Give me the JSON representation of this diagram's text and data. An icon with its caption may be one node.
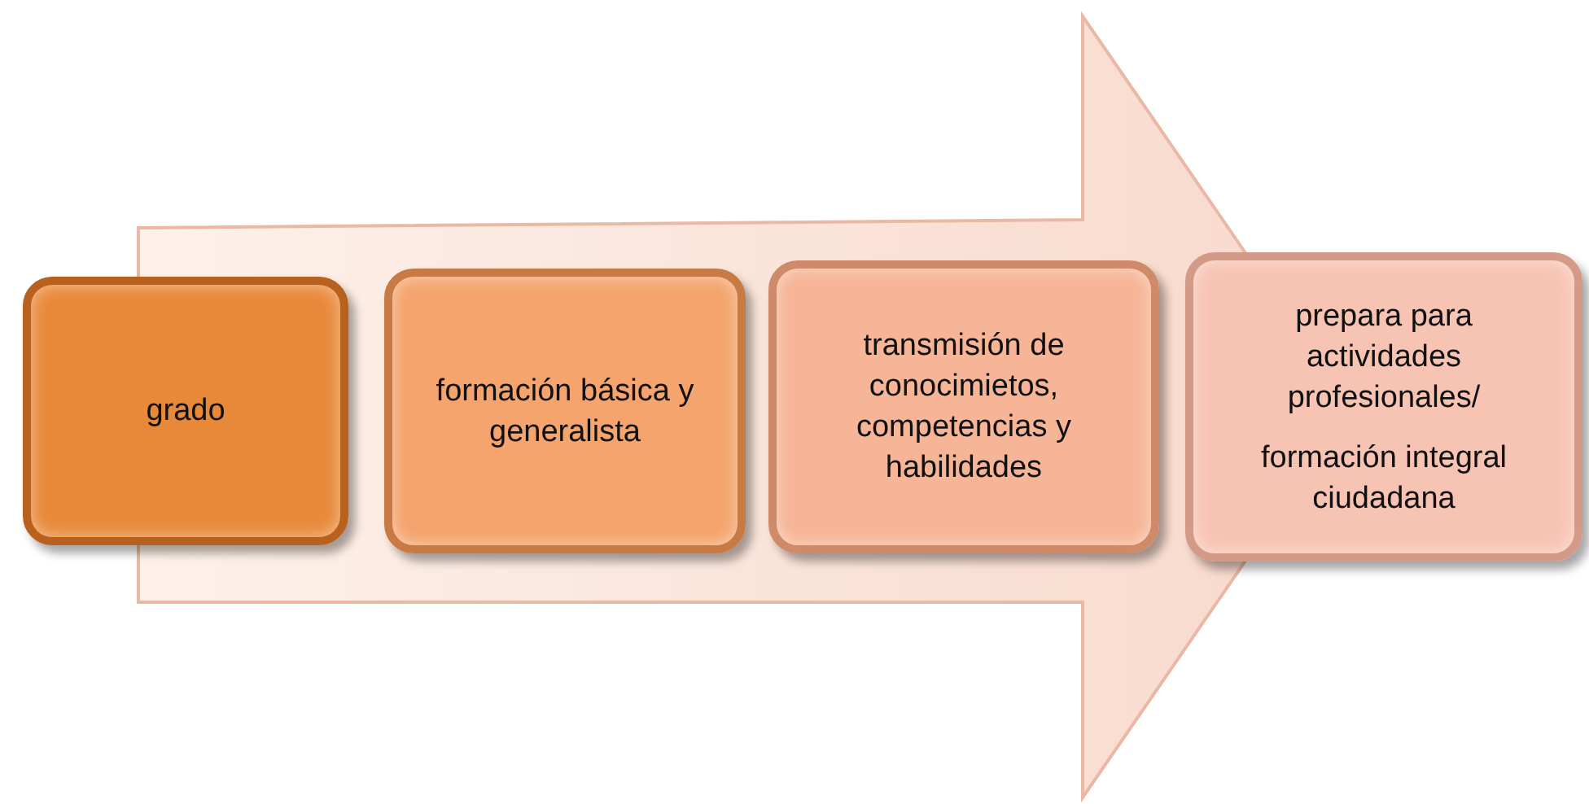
{
  "diagram": {
    "nodes": [
      {
        "text": [
          "grado"
        ]
      },
      {
        "text": [
          "formación básica y generalista"
        ]
      },
      {
        "text": [
          "transmisión de conocimietos, competencias y habilidades"
        ]
      },
      {
        "text": [
          "prepara para actividades profesionales/",
          "formación integral ciudadana"
        ]
      }
    ],
    "edges": [
      {
        "from": 0,
        "to": 3,
        "arrow": "to"
      }
    ]
  }
}
